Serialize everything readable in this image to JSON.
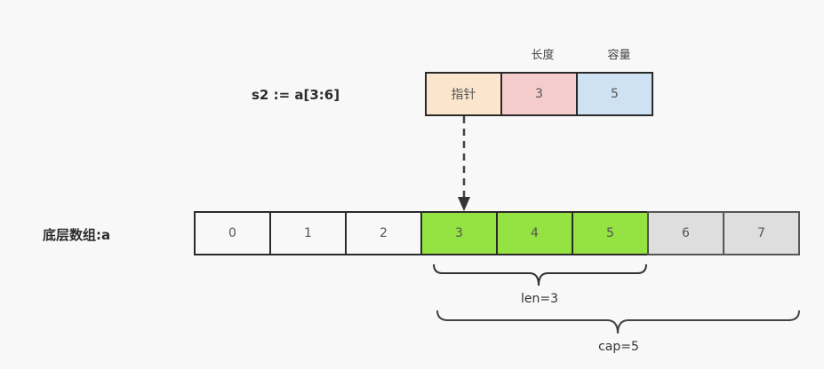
{
  "slice_expr": "s2 := a[3:6]",
  "slice_header": {
    "headers": [
      "",
      "长度",
      "容量"
    ],
    "cells": [
      {
        "label": "指针",
        "role": "pointer",
        "color": "#fce5cd"
      },
      {
        "label": "3",
        "role": "length",
        "color": "#f4cccc"
      },
      {
        "label": "5",
        "role": "capacity",
        "color": "#cfe2f3"
      }
    ]
  },
  "array": {
    "label": "底层数组:a",
    "cells": [
      {
        "label": "0",
        "state": "outside"
      },
      {
        "label": "1",
        "state": "outside"
      },
      {
        "label": "2",
        "state": "outside"
      },
      {
        "label": "3",
        "state": "in-slice"
      },
      {
        "label": "4",
        "state": "in-slice"
      },
      {
        "label": "5",
        "state": "in-slice"
      },
      {
        "label": "6",
        "state": "capacity"
      },
      {
        "label": "7",
        "state": "capacity"
      }
    ],
    "colors": {
      "outside": "#f8f8f8",
      "in-slice": "#95e243",
      "capacity": "#dedede"
    }
  },
  "braces": [
    {
      "label": "len=3"
    },
    {
      "label": "cap=5"
    }
  ]
}
